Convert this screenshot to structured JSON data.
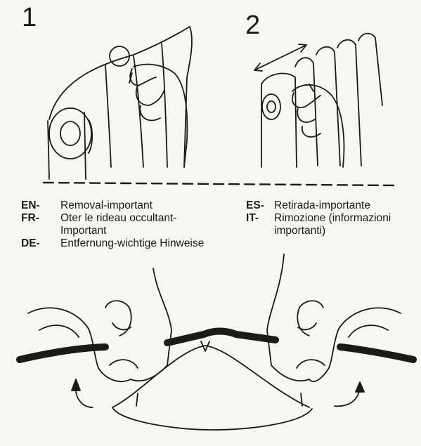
{
  "steps": {
    "one": "1",
    "two": "2"
  },
  "languages": [
    {
      "code": "EN-",
      "text": "Removal-important"
    },
    {
      "code": "FR-",
      "text": "Oter le rideau occultant-",
      "cont": "Important"
    },
    {
      "code": "DE-",
      "text": "Entfernung-wichtige Hinweise"
    },
    {
      "code": "ES-",
      "text": "Retirada-importante"
    },
    {
      "code": "IT-",
      "text": "Rimozione (informazioni",
      "cont": "importanti)"
    }
  ],
  "colors": {
    "ink": "#1a1a1a",
    "paper": "#f6f6f4"
  }
}
